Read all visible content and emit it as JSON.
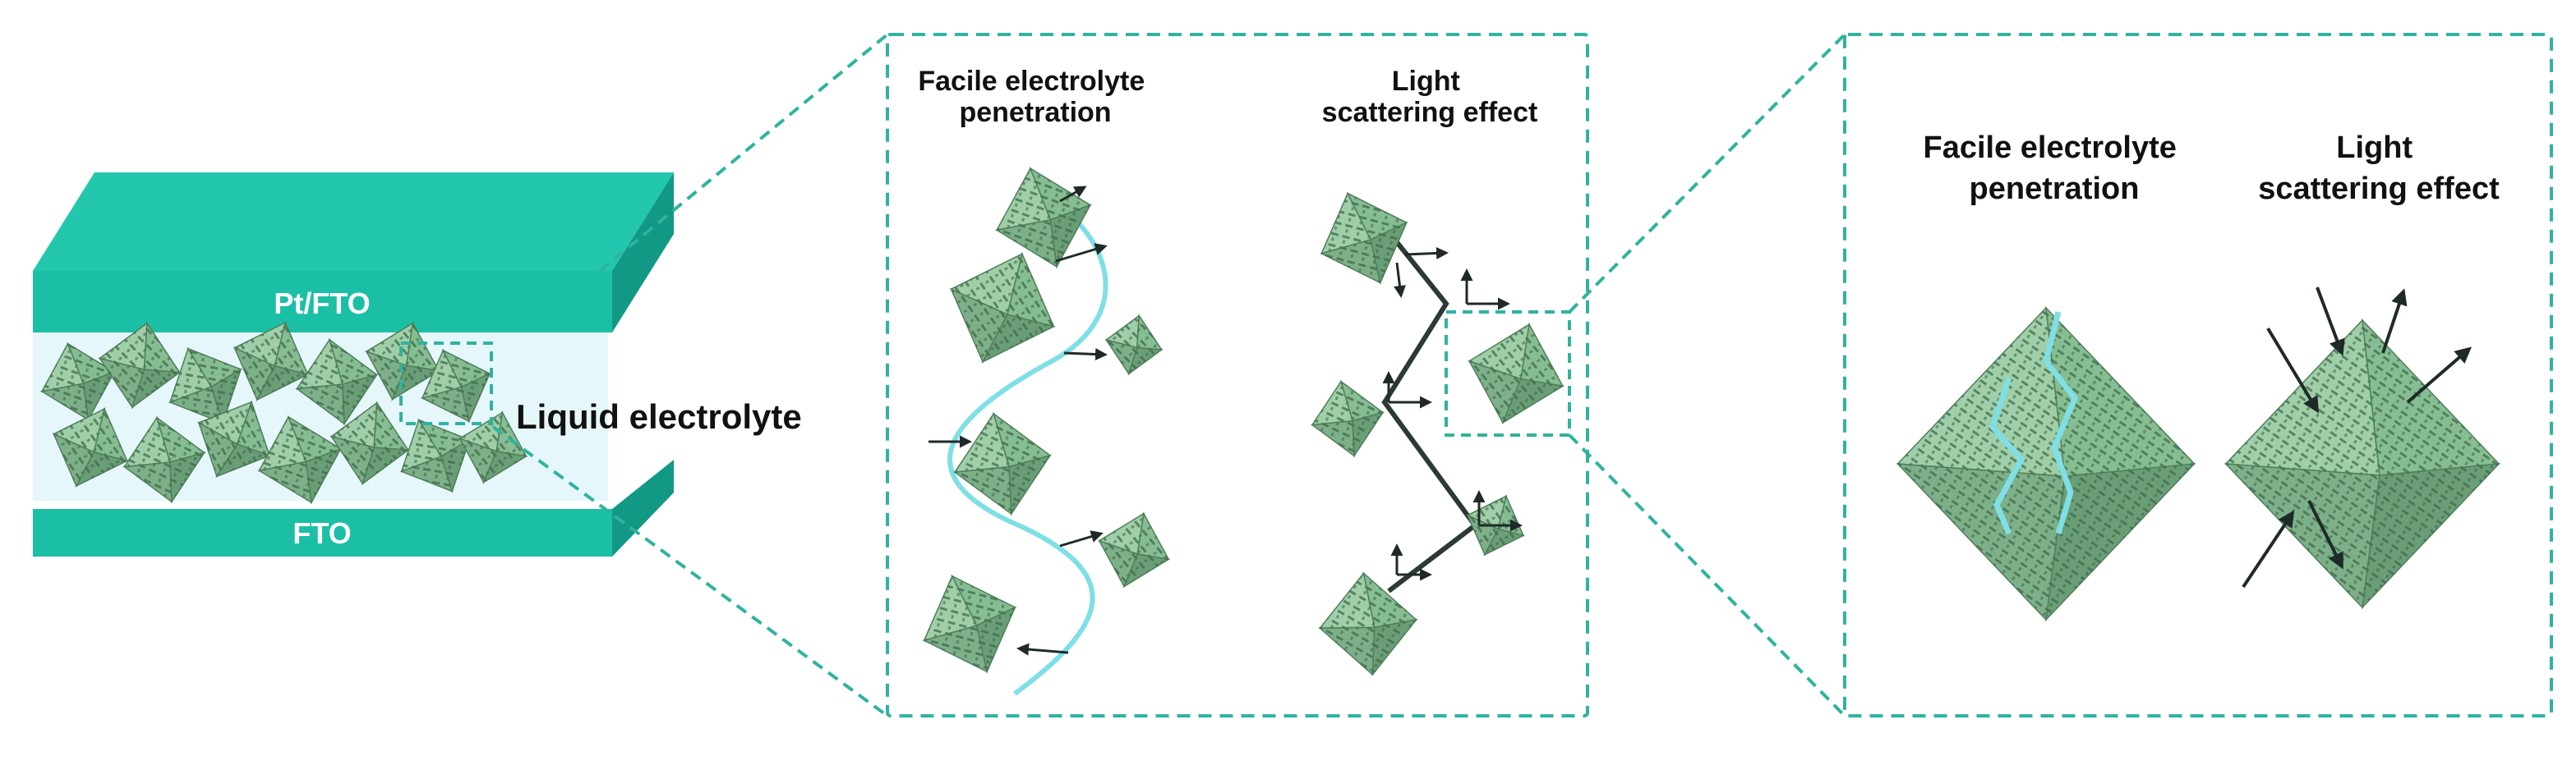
{
  "device": {
    "top_electrode": "Pt/FTO",
    "bottom_electrode": "FTO",
    "electrolyte": "Liquid electrolyte"
  },
  "middle_panel": {
    "left_heading": [
      "Facile electrolyte",
      "penetration"
    ],
    "right_heading": [
      "Light",
      "scattering effect"
    ]
  },
  "right_panel": {
    "left_heading": [
      "Facile electrolyte",
      "penetration"
    ],
    "right_heading": [
      "Light",
      "scattering effect"
    ]
  },
  "colors": {
    "electrode": "#1bbfa6",
    "electrode_side": "#15a08b",
    "electrolyte": "#e6f7fb",
    "octahedron": "#8fc29a",
    "octahedron_dark": "#4f7f5a",
    "dashed_frame": "#2fb3a0",
    "electrolyte_path": "#7fdfe6",
    "arrow": "#1f2a28"
  },
  "icons": [
    "octahedron-particle-icon",
    "arrow-icon",
    "wavy-electrolyte-path-icon"
  ]
}
